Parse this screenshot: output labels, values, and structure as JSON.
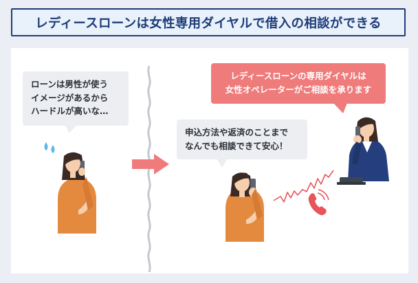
{
  "title": "レディースローンは女性専用ダイヤルで借入の相談ができる",
  "bubbles": {
    "left_worry": [
      "ローンは男性が使う",
      "イメージがあるから",
      "ハードルが高いな…"
    ],
    "customer_relief": [
      "申込方法や返済のことまで",
      "なんでも相談できて安心！"
    ],
    "operator_info": [
      "レディースローンの専用ダイヤルは",
      "女性オペレーターがご相談を承ります"
    ]
  },
  "colors": {
    "title_border": "#1e3c78",
    "title_bg": "#e9f1fb",
    "arrow": "#ef7b7b",
    "signal": "#e9545a",
    "shirt": "#e48a3e",
    "hair": "#3b2a24",
    "suit": "#253f7e"
  },
  "icons": [
    "sweat-drops-icon",
    "right-arrow-icon",
    "phone-ringing-icon",
    "signal-wave-icon"
  ]
}
